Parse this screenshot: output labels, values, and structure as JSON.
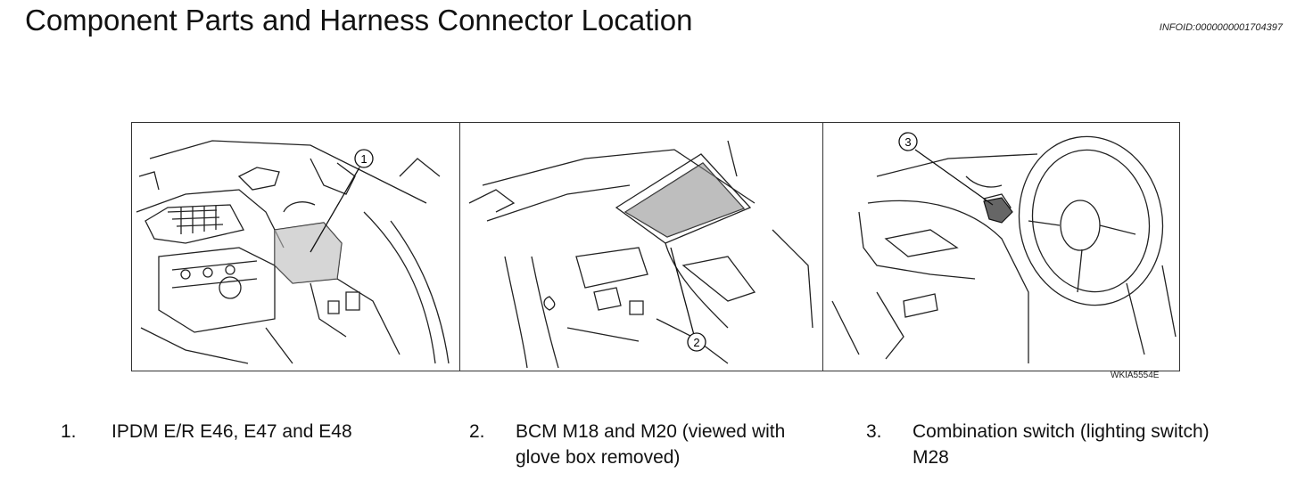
{
  "page": {
    "title": "Component Parts and Harness Connector Location",
    "infoid": "INFOID:0000000001704397"
  },
  "figure": {
    "code": "WKIA5554E",
    "callouts": [
      "1",
      "2",
      "3"
    ]
  },
  "captions": [
    {
      "num": "1.",
      "line1": "IPDM E/R E46, E47 and E48",
      "line2": ""
    },
    {
      "num": "2.",
      "line1": "BCM M18 and M20 (viewed with",
      "line2": "glove box removed)"
    },
    {
      "num": "3.",
      "line1": "Combination switch (lighting switch)",
      "line2": "M28"
    }
  ]
}
